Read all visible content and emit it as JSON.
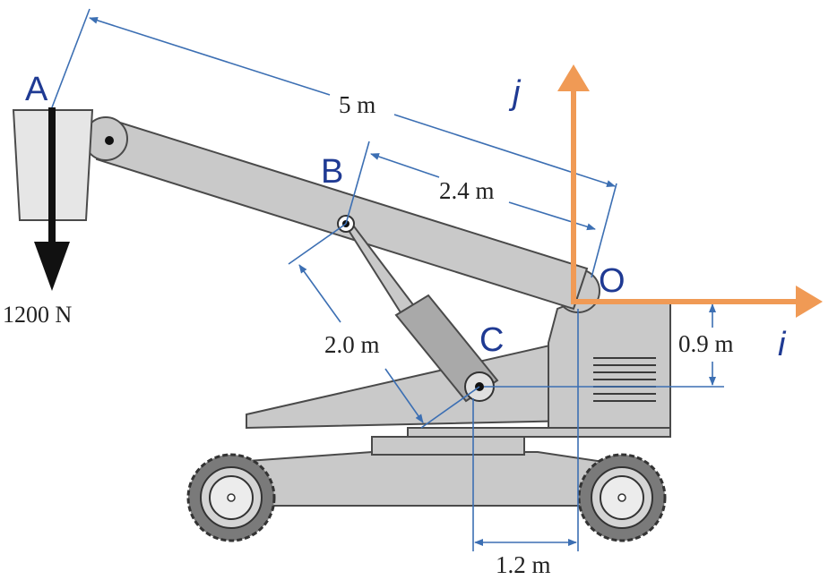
{
  "points": {
    "A": "A",
    "B": "B",
    "C": "C",
    "O": "O"
  },
  "axes": {
    "i": "i",
    "j": "j",
    "color": "#f09a55"
  },
  "dimensions": {
    "OA": "5 m",
    "OB": "2.4 m",
    "BC": "2.0 m",
    "C_height": "0.9 m",
    "C_horizontal": "1.2 m"
  },
  "force": {
    "label": "1200 N"
  },
  "colors": {
    "label_blue": "#1f3a93",
    "dimension_blue": "#3c6fb3",
    "machine_gray": "#c9c9c9"
  }
}
